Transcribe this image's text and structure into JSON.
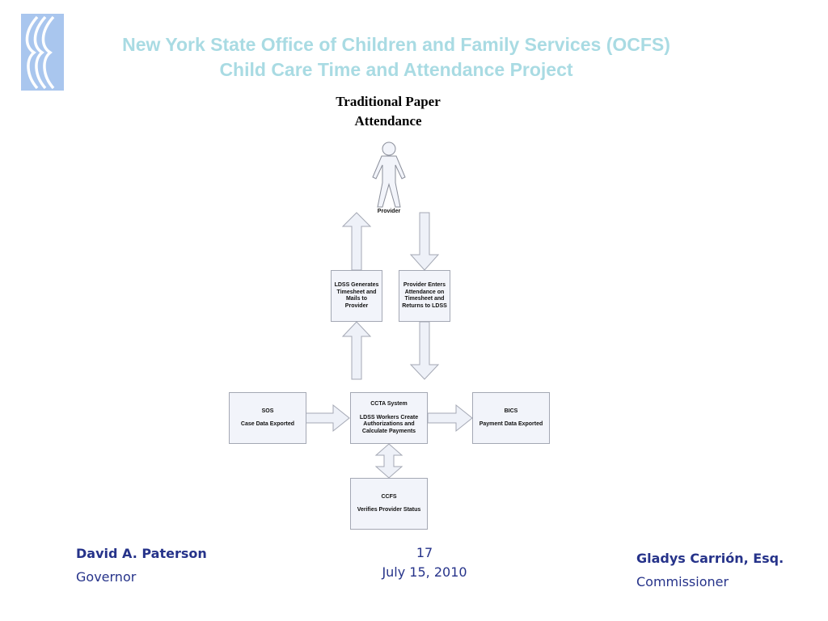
{
  "header": {
    "line1": "New York State Office of Children and Family Services (OCFS)",
    "line2": "Child Care Time and Attendance Project"
  },
  "diagram": {
    "title_line1": "Traditional Paper",
    "title_line2": "Attendance",
    "provider_label": "Provider",
    "nodes": {
      "ldss_generates": [
        "LDSS Generates",
        "Timesheet and",
        "Mails to",
        "Provider"
      ],
      "provider_enters": [
        "Provider Enters",
        "Attendance on",
        "Timesheet and",
        "Returns to LDSS"
      ],
      "ccta": {
        "title": "CCTA System",
        "lines": [
          "LDSS Workers Create",
          "Authorizations and",
          "Calculate Payments"
        ]
      },
      "sos": {
        "title": "SOS",
        "lines": [
          "Case Data Exported"
        ]
      },
      "bics": {
        "title": "BICS",
        "lines": [
          "Payment Data Exported"
        ]
      },
      "ccfs": {
        "title": "CCFS",
        "lines": [
          "Verifies Provider Status"
        ]
      }
    },
    "colors": {
      "arrow_fill": "#eef1f8",
      "arrow_stroke": "#a4a8b4",
      "box_fill": "#f2f4fa",
      "logo_fill": "#a9c6ee"
    }
  },
  "footer": {
    "left_name": "David A. Paterson",
    "left_role": "Governor",
    "page_number": "17",
    "date": "July 15, 2010",
    "right_name": "Gladys Carrión, Esq.",
    "right_role": "Commissioner"
  }
}
